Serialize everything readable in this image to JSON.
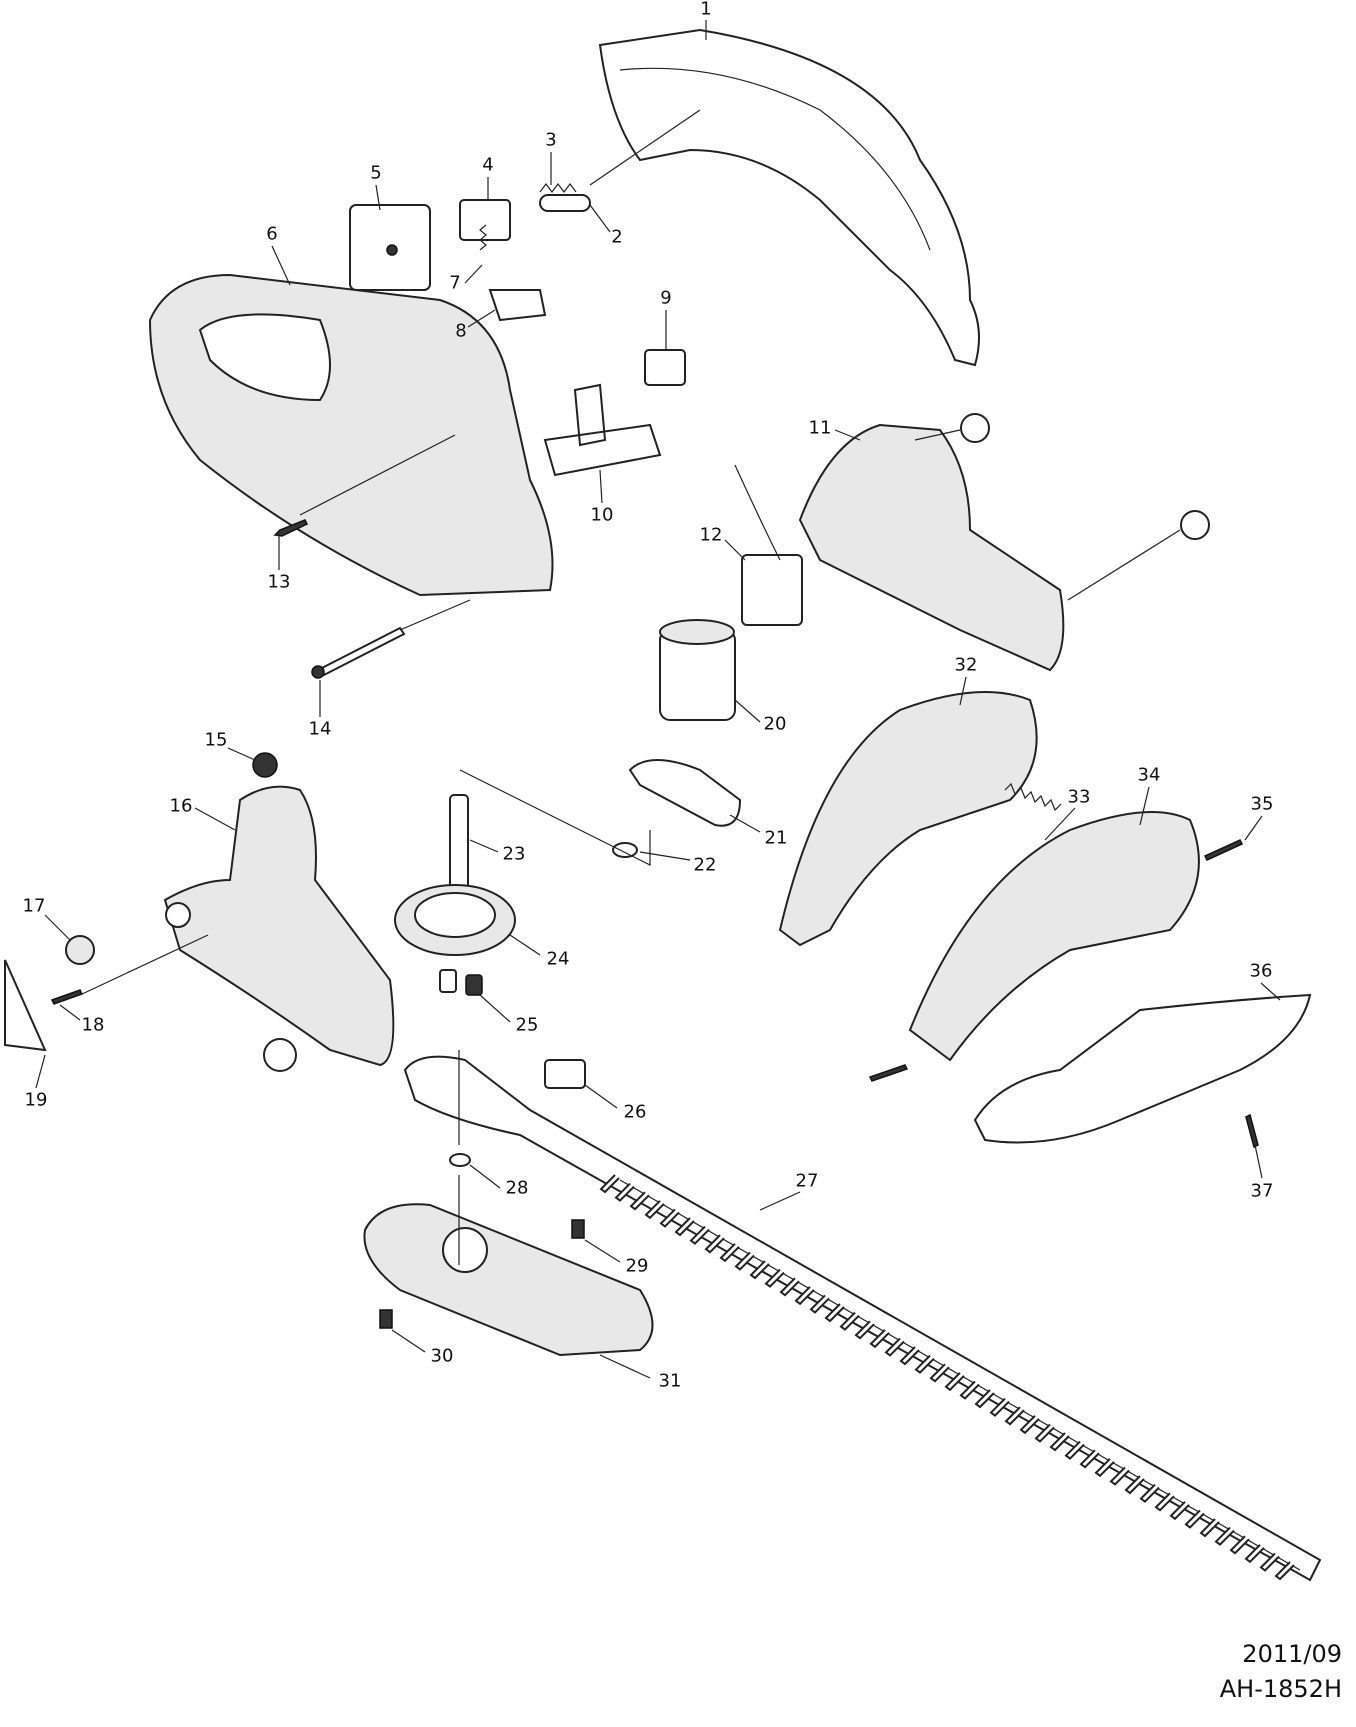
{
  "diagram": {
    "part_numbers": [
      "1",
      "2",
      "3",
      "4",
      "5",
      "6",
      "7",
      "8",
      "9",
      "10",
      "11",
      "12",
      "13",
      "14",
      "15",
      "16",
      "17",
      "18",
      "19",
      "20",
      "21",
      "22",
      "23",
      "24",
      "25",
      "26",
      "27",
      "28",
      "29",
      "30",
      "31",
      "32",
      "33",
      "34",
      "35",
      "36",
      "37"
    ],
    "date": "2011/09",
    "model": "AH-1852H"
  }
}
